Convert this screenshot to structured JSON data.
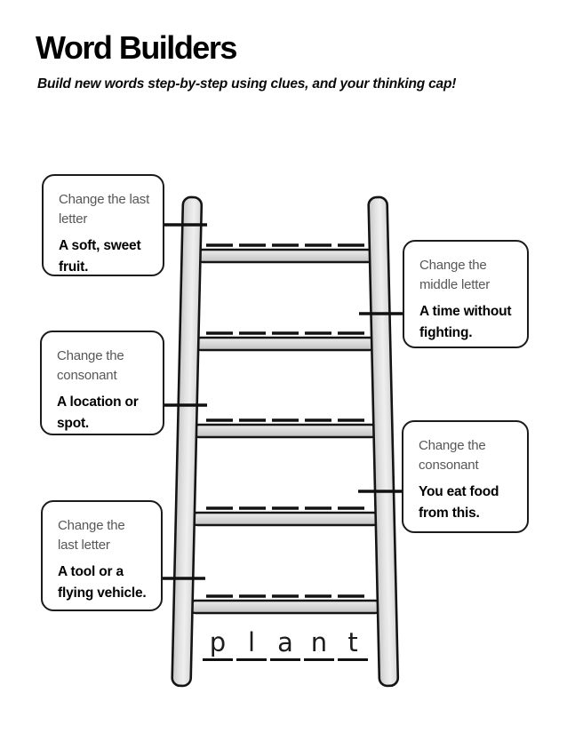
{
  "header": {
    "title": "Word Builders",
    "subtitle": "Build new words step-by-step using clues, and your thinking cap!"
  },
  "clues": [
    {
      "instruction": "Change the last letter",
      "clue": "A soft, sweet fruit.",
      "side": "left"
    },
    {
      "instruction": "Change the middle letter",
      "clue": "A time without fighting.",
      "side": "right"
    },
    {
      "instruction": "Change the consonant",
      "clue": "A location or spot.",
      "side": "left"
    },
    {
      "instruction": "Change the consonant",
      "clue": "You eat food from this.",
      "side": "right"
    },
    {
      "instruction": "Change the last letter",
      "clue": "A tool or a flying vehicle.",
      "side": "left"
    }
  ],
  "ladder": {
    "rungs": 5,
    "letter_slots_per_rung": 5,
    "colors": {
      "outline": "#141414",
      "rail_fill": "#d9d9d9",
      "rail_highlight": "#efefef",
      "rung_top": "#ededed",
      "rung_bottom": "#c2c2c2"
    }
  },
  "base_word": {
    "word": "plant",
    "letters": [
      "p",
      "l",
      "a",
      "n",
      "t"
    ]
  }
}
